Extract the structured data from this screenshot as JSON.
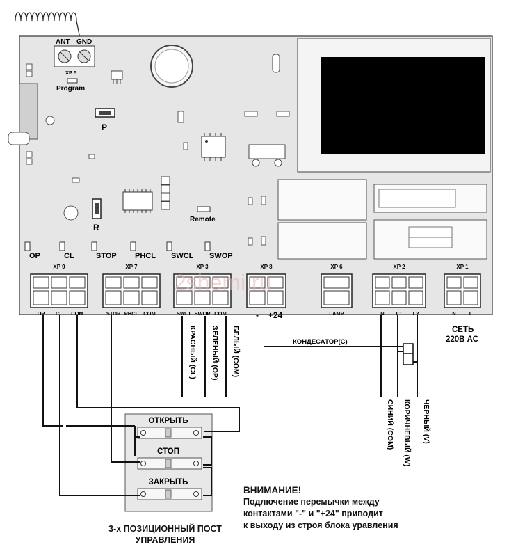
{
  "board": {
    "ant_label": "ANT",
    "gnd_label": "GND",
    "xp5_label": "XP 5",
    "program_label": "Program",
    "p_label": "P",
    "r_label": "R",
    "remote_label": "Remote",
    "indicators": [
      "OP",
      "CL",
      "STOP",
      "PHCL",
      "SWCL",
      "SWOP"
    ],
    "connectors": [
      {
        "title": "XP 9",
        "pins": [
          "OP",
          "CL",
          "COM"
        ]
      },
      {
        "title": "XP 7",
        "pins": [
          "STOP",
          "PHCL",
          "COM"
        ]
      },
      {
        "title": "XP 3",
        "pins": [
          "SWCL",
          "SWOP",
          "COM"
        ]
      },
      {
        "title": "XP 8",
        "pins": [
          "-",
          "+24"
        ]
      },
      {
        "title": "XP 6",
        "pins": [
          "LAMP"
        ]
      },
      {
        "title": "XP 2",
        "pins": [
          "N",
          "L1",
          "L2"
        ]
      },
      {
        "title": "XP 1",
        "pins": [
          "N",
          "L"
        ]
      }
    ]
  },
  "power": {
    "line1": "СЕТЬ",
    "line2": "220В АС"
  },
  "capacitor_label": "КОНДЕСАТОР(С)",
  "motor_wires": [
    "СИНИЙ (COM)",
    "КОРИЧНЕВЫЙ (W)",
    "ЧЕРНЫЙ (V)"
  ],
  "limit_wires": [
    "КРАСНЫЙ (CL)",
    "ЗЕЛЕНЫЙ (OP)",
    "БЕЛЫЙ (COM)"
  ],
  "post": {
    "buttons": [
      "ОТКРЫТЬ",
      "СТОП",
      "ЗАКРЫТЬ"
    ],
    "caption_line1": "3-х ПОЗИЦИОННЫЙ ПОСТ",
    "caption_line2": "УПРАВЛЕНИЯ"
  },
  "warning": {
    "title": "ВНИМАНИЕ!",
    "line1": "Подлючение перемычки между",
    "line2": "контактами \"-\" и \"+24\" приводит",
    "line3": "к выходу из строя блока уравления"
  },
  "watermark": "2shemi.ru",
  "colors": {
    "board": "#e6e6e6",
    "line": "#111111",
    "watermark": "#e8b8b8"
  }
}
